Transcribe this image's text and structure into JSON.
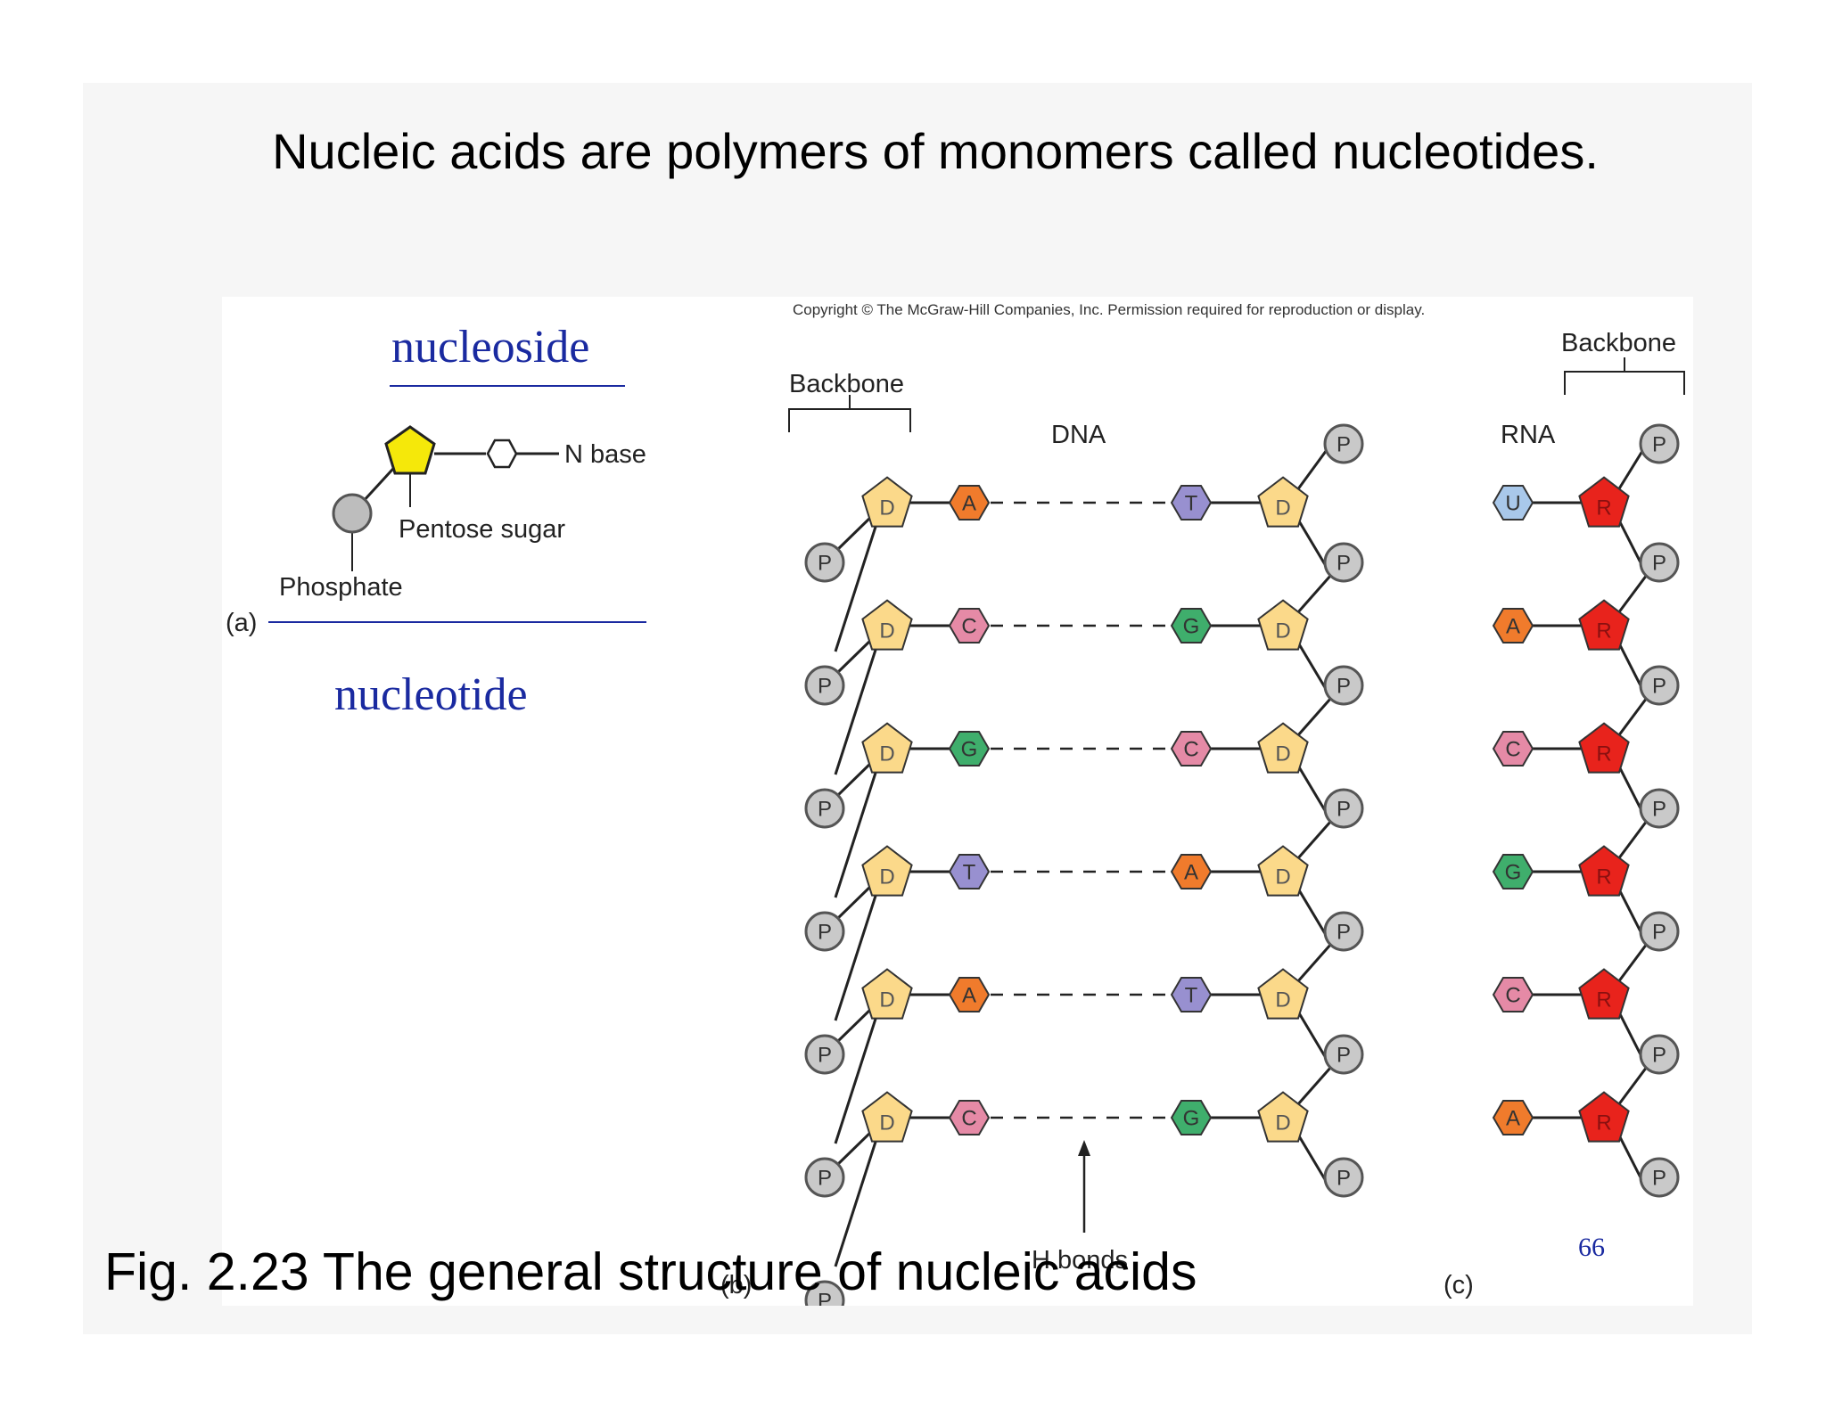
{
  "slide": {
    "title": "Nucleic acids are polymers of monomers called nucleotides.",
    "caption": "Fig. 2.23 The general structure of nucleic acids",
    "page_number": "66"
  },
  "figure": {
    "copyright": "Copyright © The McGraw-Hill Companies, Inc. Permission required for reproduction or display.",
    "panel_a": {
      "tag": "(a)",
      "nucleoside_label": "nucleoside",
      "nucleotide_label": "nucleotide",
      "n_base_label": "N base",
      "pentose_label": "Pentose sugar",
      "phosphate_label": "Phosphate"
    },
    "panel_b": {
      "tag": "(b)",
      "title": "DNA",
      "backbone_label": "Backbone",
      "hbonds_label": "H bonds",
      "left_bases": [
        "A",
        "C",
        "G",
        "T",
        "A",
        "C"
      ],
      "right_bases": [
        "T",
        "G",
        "C",
        "A",
        "T",
        "G"
      ],
      "sugar_letter": "D",
      "phosphate_letter": "P"
    },
    "panel_c": {
      "tag": "(c)",
      "title": "RNA",
      "backbone_label": "Backbone",
      "bases": [
        "U",
        "A",
        "C",
        "G",
        "C",
        "A"
      ],
      "sugar_letter": "R",
      "phosphate_letter": "P"
    }
  },
  "colors": {
    "A": "#f07b2c",
    "T": "#9890d0",
    "C": "#e58aa6",
    "G": "#3fae6c",
    "U": "#a9c8ea",
    "deoxyribose": "#fbd98a",
    "ribose": "#e8231c",
    "phosphate": "#c9c9c9",
    "sugar_a": "#f5e80a",
    "blue_text": "#1a2aa0"
  }
}
